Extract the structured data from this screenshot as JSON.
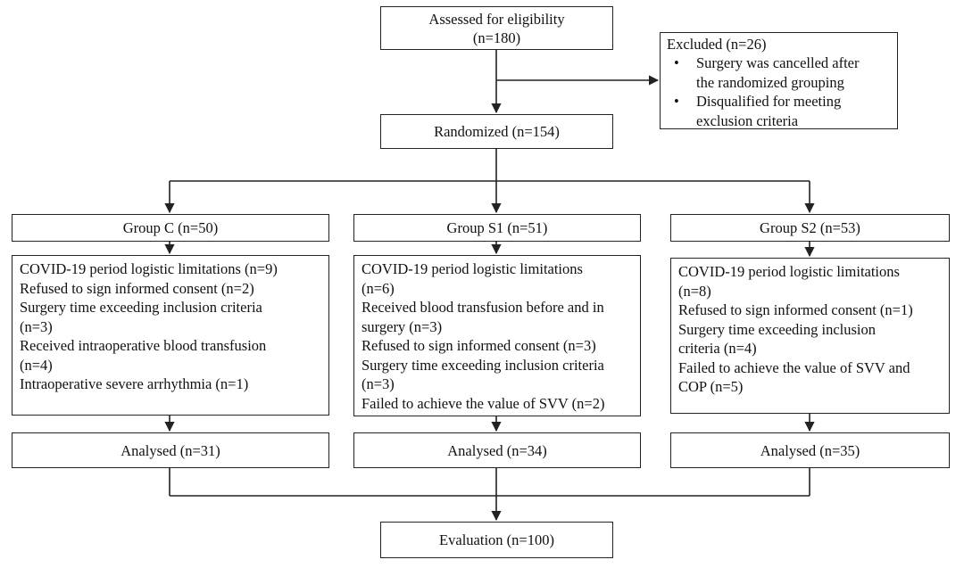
{
  "assessed": {
    "line1": "Assessed  for eligibility",
    "line2": "(n=180)"
  },
  "excluded": {
    "title": "Excluded (n=26)",
    "items": [
      {
        "line1": "Surgery was cancelled after",
        "line2": "the randomized grouping"
      },
      {
        "line1": "Disqualified for meeting",
        "line2": "exclusion criteria"
      }
    ]
  },
  "randomized": {
    "label": "Randomized  (n=154)"
  },
  "groups": [
    {
      "label": "Group C (n=50)",
      "exclusions": [
        "COVID-19 period logistic limitations (n=9)",
        "Refused to sign informed consent (n=2)",
        "Surgery time exceeding  inclusion criteria",
        "(n=3)",
        "Received  intraoperative blood transfusion",
        "(n=4)",
        "Intraoperative  severe  arrhythmia  (n=1)"
      ],
      "analysed": "Analysed  (n=31)"
    },
    {
      "label": "Group S1 (n=51)",
      "exclusions": [
        "COVID-19 period logistic limitations",
        "(n=6)",
        "Received  blood transfusion before and in",
        "surgery (n=3)",
        "Refused to sign informed consent (n=3)",
        "Surgery time exceeding inclusion criteria",
        "(n=3)",
        "Failed to achieve the value of SVV (n=2)"
      ],
      "analysed": "Analysed  (n=34)"
    },
    {
      "label": "Group S2 (n=53)",
      "exclusions": [
        "COVID-19 period logistic limitations",
        "(n=8)",
        "Refused to sign informed consent  (n=1)",
        "Surgery time exceeding  inclusion",
        "criteria  (n=4)",
        "Failed to achieve  the value of SVV and",
        "COP (n=5)"
      ],
      "analysed": "Analysed  (n=35)"
    }
  ],
  "evaluation": {
    "label": "Evaluation  (n=100)"
  }
}
